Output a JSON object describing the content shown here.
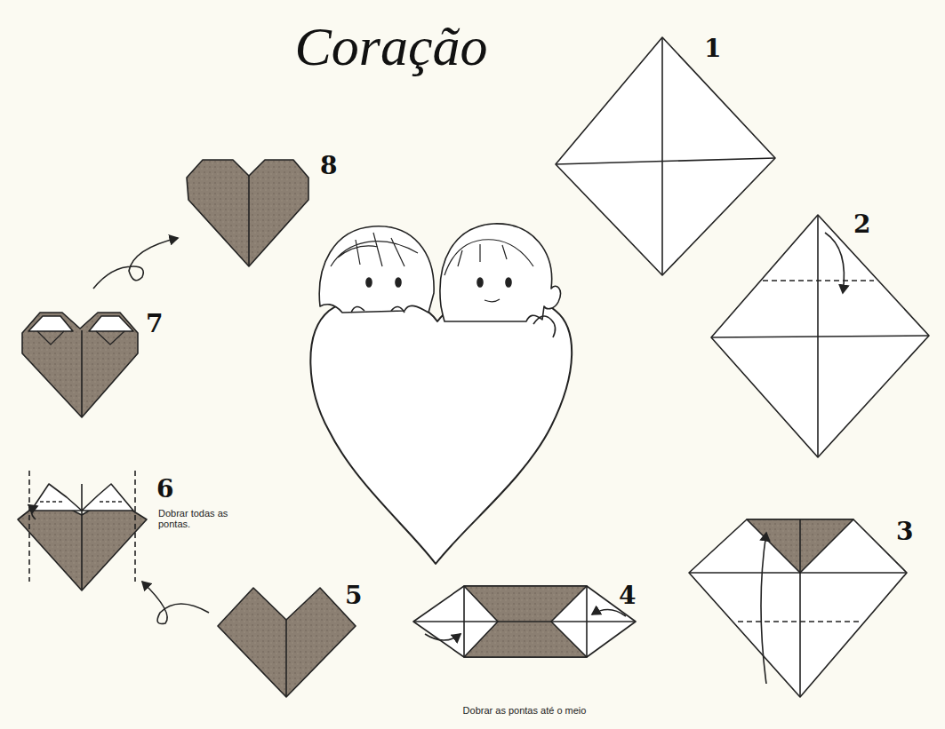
{
  "diagram": {
    "title": "Coração",
    "labels": [
      "1",
      "2",
      "3",
      "4",
      "Dobrar as pontas até o meio",
      "5",
      "6",
      "Dobrar todas as pontas.",
      "7",
      "8"
    ]
  }
}
